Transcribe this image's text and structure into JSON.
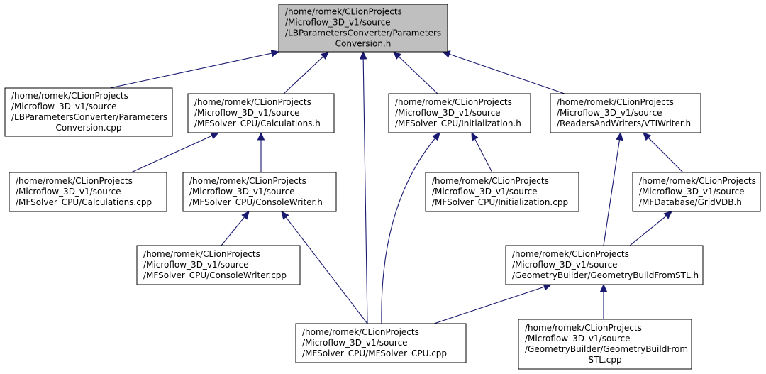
{
  "nodes": [
    {
      "id": "n0",
      "root": true,
      "lines": [
        "/home/romek/CLionProjects",
        "/Microflow_3D_v1/source",
        "/LBParametersConverter/Parameters",
        "Conversion.h"
      ]
    },
    {
      "id": "n1",
      "lines": [
        "/home/romek/CLionProjects",
        "/Microflow_3D_v1/source",
        "/LBParametersConverter/Parameters",
        "Conversion.cpp"
      ]
    },
    {
      "id": "n2",
      "lines": [
        "/home/romek/CLionProjects",
        "/Microflow_3D_v1/source",
        "/MFSolver_CPU/Calculations.h"
      ]
    },
    {
      "id": "n3",
      "lines": [
        "/home/romek/CLionProjects",
        "/Microflow_3D_v1/source",
        "/MFSolver_CPU/Initialization.h"
      ]
    },
    {
      "id": "n4",
      "lines": [
        "/home/romek/CLionProjects",
        "/Microflow_3D_v1/source",
        "/ReadersAndWriters/VTIWriter.h"
      ]
    },
    {
      "id": "n5",
      "lines": [
        "/home/romek/CLionProjects",
        "/Microflow_3D_v1/source",
        "/MFSolver_CPU/Calculations.cpp"
      ]
    },
    {
      "id": "n6",
      "lines": [
        "/home/romek/CLionProjects",
        "/Microflow_3D_v1/source",
        "/MFSolver_CPU/ConsoleWriter.h"
      ]
    },
    {
      "id": "n7",
      "lines": [
        "/home/romek/CLionProjects",
        "/Microflow_3D_v1/source",
        "/MFSolver_CPU/Initialization.cpp"
      ]
    },
    {
      "id": "n8",
      "lines": [
        "/home/romek/CLionProjects",
        "/Microflow_3D_v1/source",
        "/MFDatabase/GridVDB.h"
      ]
    },
    {
      "id": "n9",
      "lines": [
        "/home/romek/CLionProjects",
        "/Microflow_3D_v1/source",
        "/MFSolver_CPU/ConsoleWriter.cpp"
      ]
    },
    {
      "id": "n10",
      "lines": [
        "/home/romek/CLionProjects",
        "/Microflow_3D_v1/source",
        "/GeometryBuilder/GeometryBuildFromSTL.h"
      ]
    },
    {
      "id": "n11",
      "lines": [
        "/home/romek/CLionProjects",
        "/Microflow_3D_v1/source",
        "/MFSolver_CPU/MFSolver_CPU.cpp"
      ]
    },
    {
      "id": "n12",
      "lines": [
        "/home/romek/CLionProjects",
        "/Microflow_3D_v1/source",
        "/GeometryBuilder/GeometryBuildFrom",
        "STL.cpp"
      ]
    }
  ],
  "edges": [
    {
      "from": "n1",
      "to": "n0"
    },
    {
      "from": "n2",
      "to": "n0"
    },
    {
      "from": "n11",
      "to": "n0"
    },
    {
      "from": "n3",
      "to": "n0"
    },
    {
      "from": "n4",
      "to": "n0"
    },
    {
      "from": "n5",
      "to": "n2"
    },
    {
      "from": "n6",
      "to": "n2"
    },
    {
      "from": "n9",
      "to": "n6"
    },
    {
      "from": "n11",
      "to": "n6"
    },
    {
      "from": "n11",
      "to": "n3"
    },
    {
      "from": "n7",
      "to": "n3"
    },
    {
      "from": "n10",
      "to": "n4"
    },
    {
      "from": "n8",
      "to": "n4"
    },
    {
      "from": "n10",
      "to": "n8"
    },
    {
      "from": "n11",
      "to": "n10"
    },
    {
      "from": "n12",
      "to": "n10"
    }
  ],
  "colors": {
    "edge": "#191970",
    "root_fill": "#bfbfbf",
    "node_fill": "#ffffff",
    "node_border": "#000000"
  }
}
